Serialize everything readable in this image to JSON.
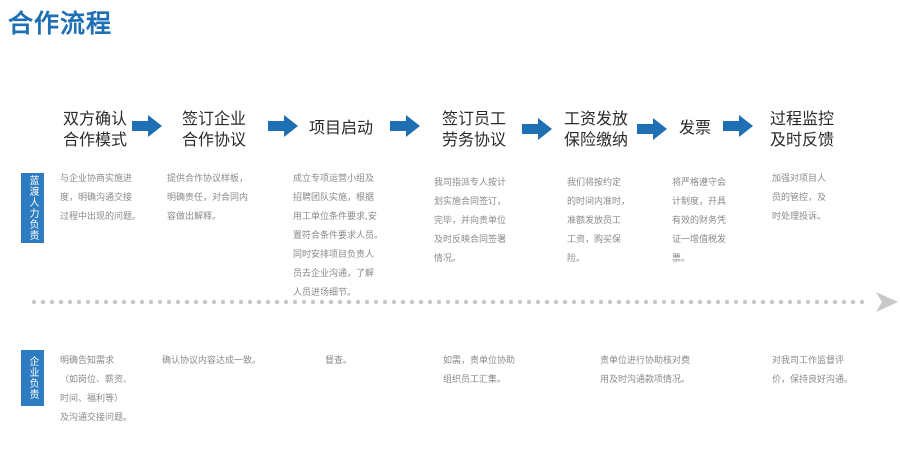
{
  "title": "合作流程",
  "colors": {
    "accent": "#2d7cc1",
    "arrow": "#1f6fb5",
    "timeline": "#c8c8c8"
  },
  "steps": [
    {
      "title": "双方确认\n合作模式",
      "lanyu": "与企业协商实施进\n度，明确沟通交接\n过程中出现的问题。",
      "qiye": "明确告知需求\n（如岗位、薪资、\n时间、福利等）\n及沟通交接问题。"
    },
    {
      "title": "签订企业\n合作协议",
      "lanyu": "提供合作协议样板，\n明确责任，对合同内\n容做出解释。",
      "qiye": "确认协议内容达成一致。"
    },
    {
      "title": "项目启动",
      "lanyu": "成立专项运营小组及\n招聘团队实施，根据\n用工单位条件要求,安\n置符合条件要求人员。\n同时安排项目负责人\n员去企业沟通，了解\n人员进场细节。",
      "qiye": "督查。"
    },
    {
      "title": "签订员工\n劳务协议",
      "lanyu": "我司指派专人按计\n划实施合同签订，\n完毕，并向责单位\n及时反映合同签署\n情况。",
      "qiye": "如需，责单位协助\n组织员工汇集。"
    },
    {
      "title": "工资发放\n保险缴纳",
      "lanyu": "我们将按约定\n的时间内准时，\n准额发放员工\n工资，购买保\n险。",
      "qiye": "责单位进行协助核对费\n用及时沟通款项情况。"
    },
    {
      "title": "发票",
      "lanyu": "将严格遵守会\n计制度，开具\n有效的财务凭\n证一增值税发\n票。",
      "qiye": ""
    },
    {
      "title": "过程监控\n及时反馈",
      "lanyu": "加强对项目人\n员的管控，及\n时处理投诉。",
      "qiye": "对我司工作监督评\n价，保持良好沟通。"
    }
  ],
  "lanes": {
    "lanyu": "蓝渡人力负责",
    "qiye": "企业负责"
  },
  "icons": {
    "arrow": "right-arrow-icon",
    "timeline": "dotted-arrow-icon"
  }
}
